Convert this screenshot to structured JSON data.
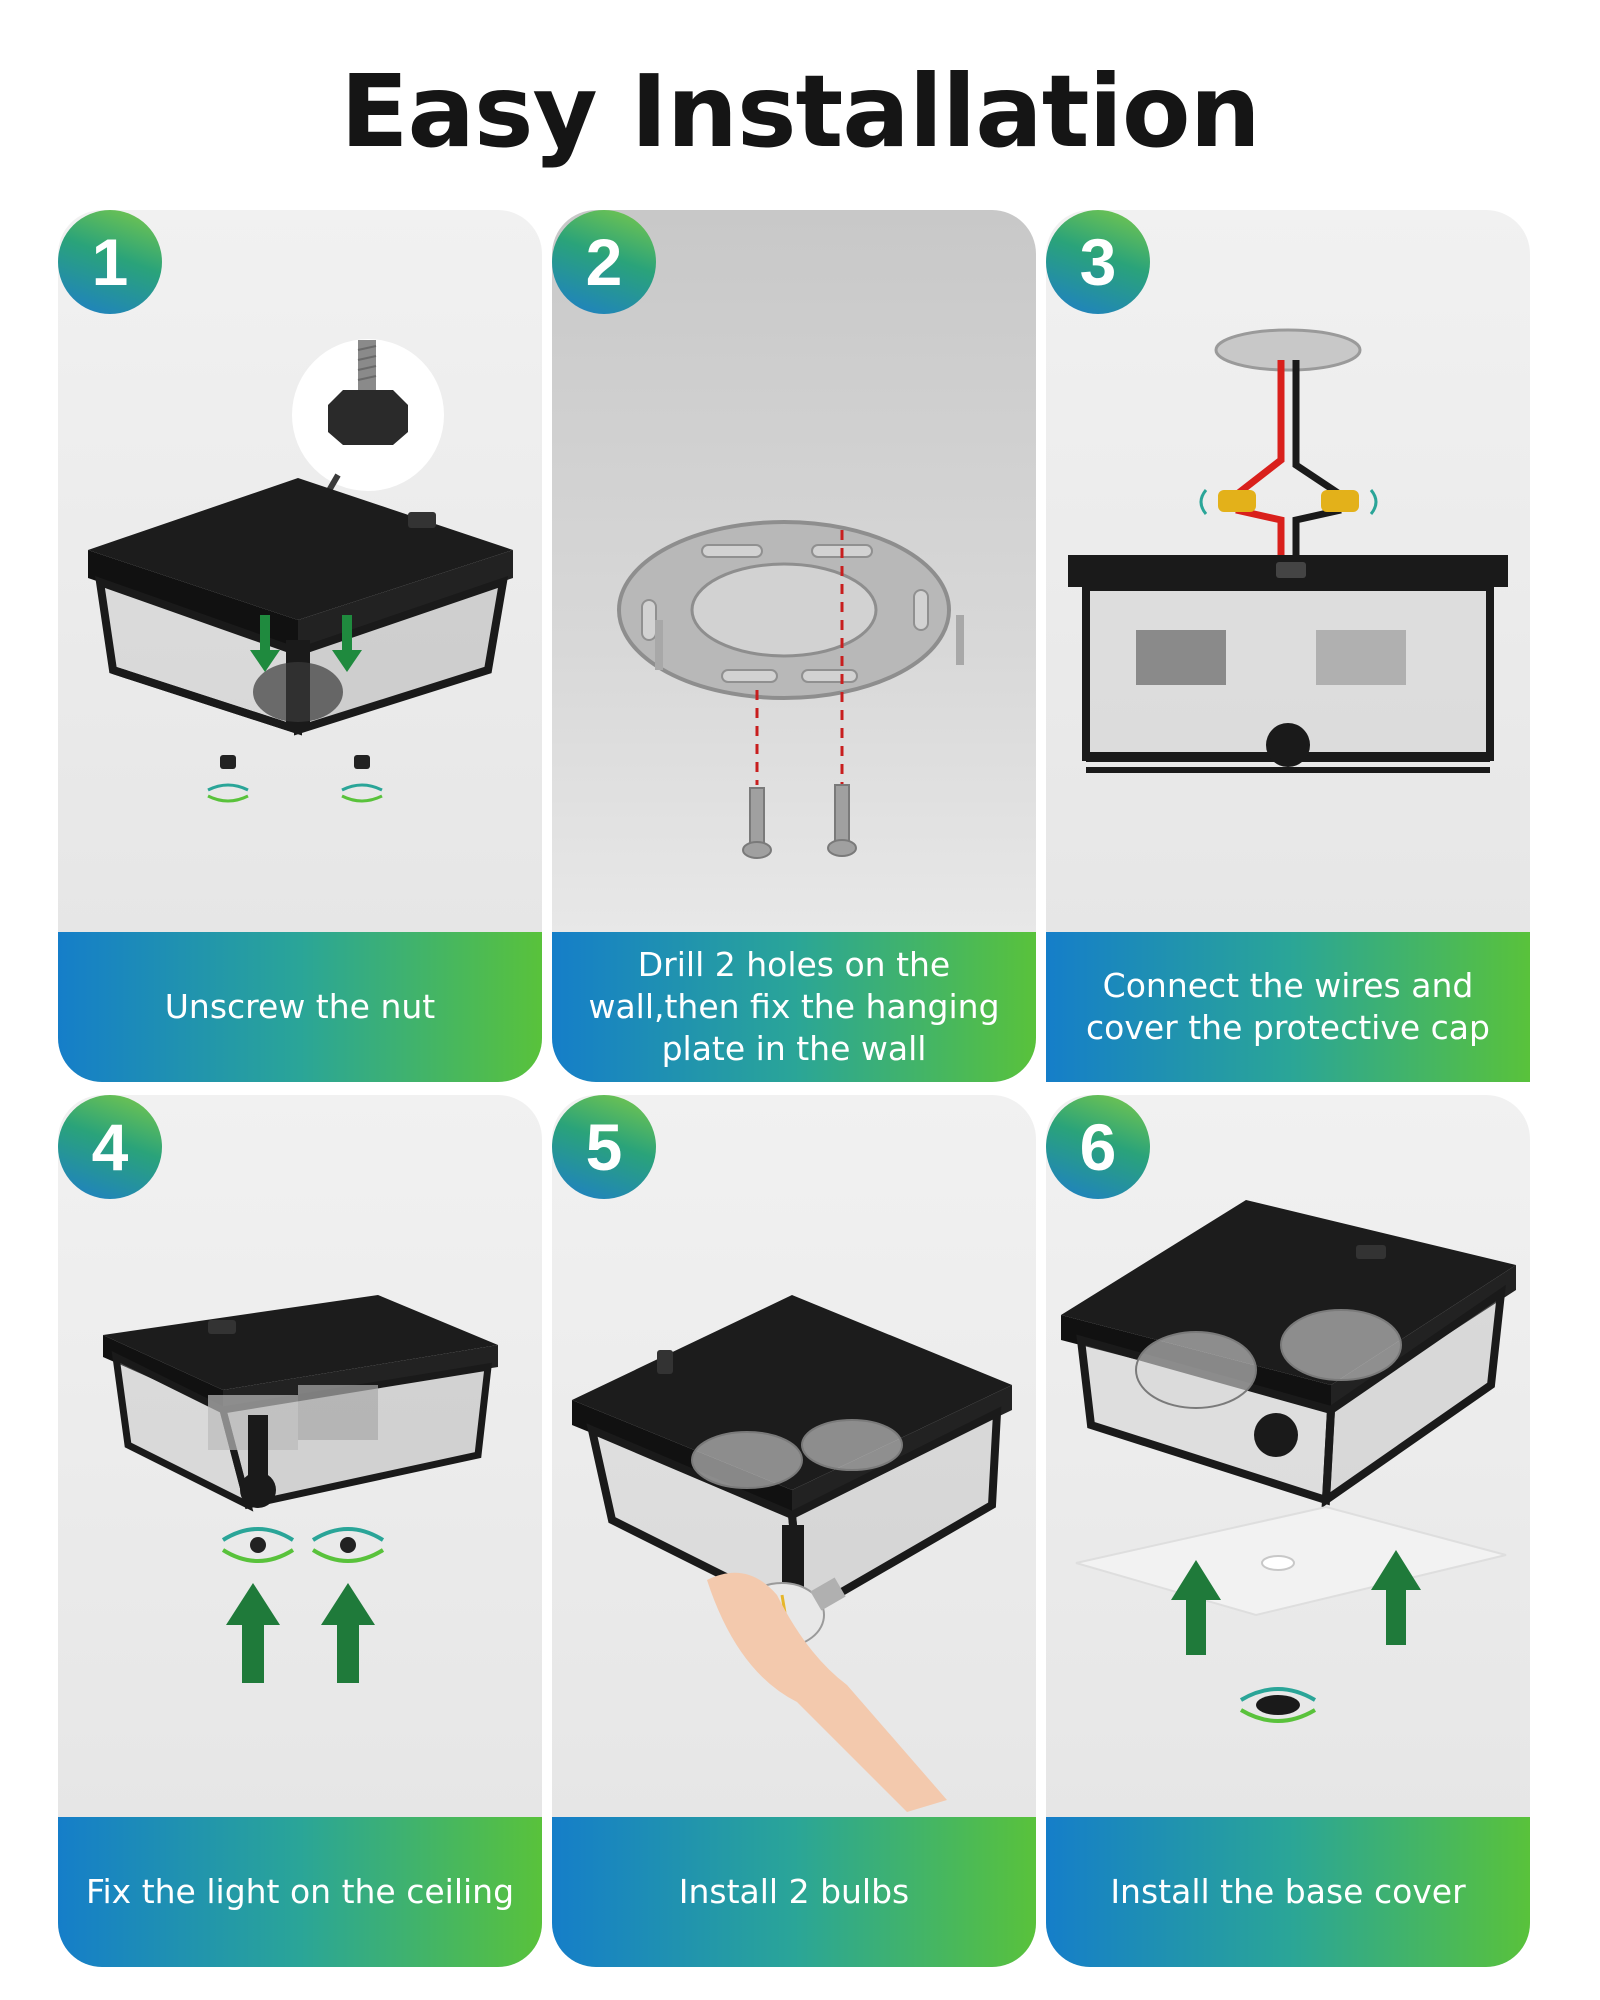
{
  "title": "Easy Installation",
  "steps": [
    {
      "number": "1",
      "caption": "Unscrew the nut"
    },
    {
      "number": "2",
      "caption": "Drill 2 holes on the wall,then fix the hanging plate in the wall"
    },
    {
      "number": "3",
      "caption": "Connect the wires and cover the protective cap"
    },
    {
      "number": "4",
      "caption": "Fix the light on the ceiling"
    },
    {
      "number": "5",
      "caption": "Install 2 bulbs"
    },
    {
      "number": "6",
      "caption": "Install the base cover"
    }
  ],
  "colors": {
    "badge_green": "#7bc94a",
    "badge_blue": "#1e7ec8",
    "caption_left": "#157ec9",
    "caption_right": "#59c23b",
    "fixture": "#1b1b1b",
    "arrow": "#1f8a3e",
    "wire_red": "#d9201c"
  }
}
